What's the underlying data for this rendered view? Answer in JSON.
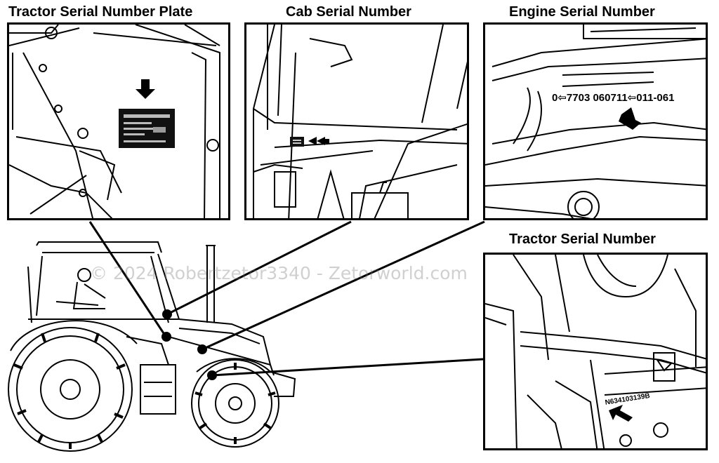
{
  "titles": {
    "tractor_plate": "Tractor Serial Number Plate",
    "cab": "Cab Serial Number",
    "engine": "Engine Serial Number",
    "tractor_number": "Tractor Serial Number"
  },
  "engine_code": "0⇦7703 060711⇦011-061",
  "tractor_serial_code": "N634103139B",
  "watermark": "© 2024 Robertzetor3340 - Zetorworld.com"
}
